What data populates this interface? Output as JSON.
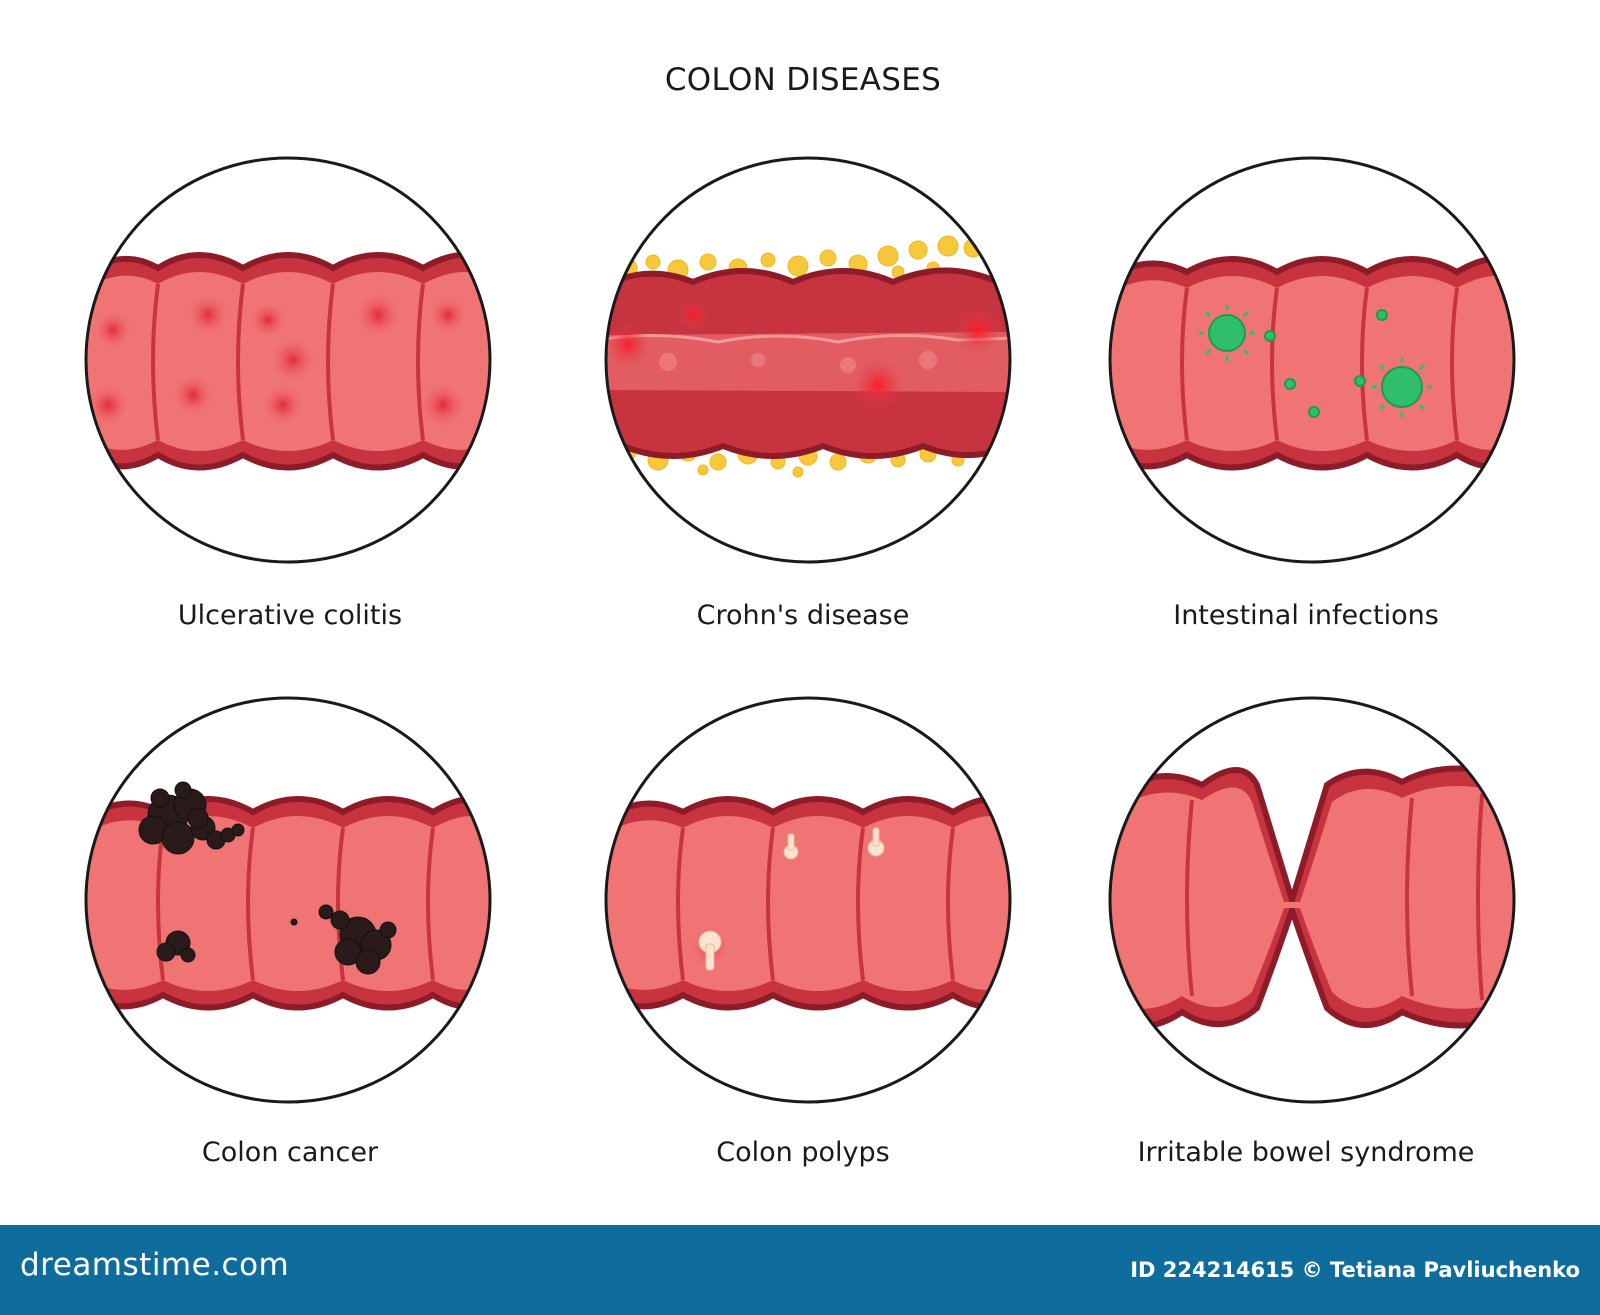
{
  "title": "COLON DISEASES",
  "panels": [
    {
      "label": "Ulcerative colitis",
      "icon": "ulcerative-colitis-illustration"
    },
    {
      "label": "Crohn's disease",
      "icon": "crohns-disease-illustration"
    },
    {
      "label": "Intestinal infections",
      "icon": "intestinal-infections-illustration"
    },
    {
      "label": "Colon cancer",
      "icon": "colon-cancer-illustration"
    },
    {
      "label": "Colon polyps",
      "icon": "colon-polyps-illustration"
    },
    {
      "label": "Irritable bowel syndrome",
      "icon": "irritable-bowel-syndrome-illustration"
    }
  ],
  "footer": {
    "brand": "dreamstime.com",
    "credit": "ID 224214615 © Tetiana Pavliuchenko"
  },
  "colors": {
    "tissue": "#f07474",
    "tissue_dark": "#c73440",
    "outline": "#8e1c28",
    "fat": "#f7c83c",
    "germ": "#2fbf6a",
    "tumor": "#2a1a1a",
    "footer_bg": "#0f6d9e"
  }
}
